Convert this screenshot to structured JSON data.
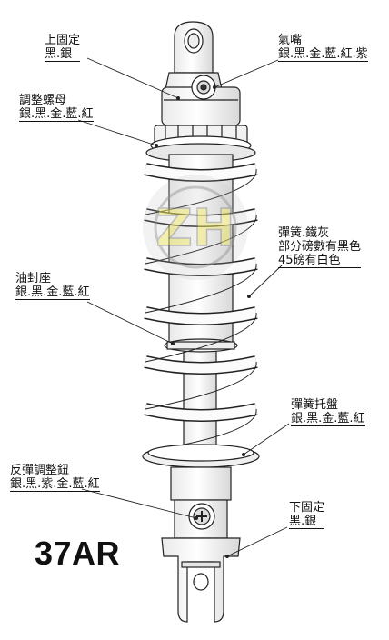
{
  "callouts": {
    "top_mount": {
      "name": "上固定",
      "options": "黑.銀"
    },
    "air_valve": {
      "name": "氣嘴",
      "options": "銀.黑.金.藍.紅.紫"
    },
    "adjust_nut": {
      "name": "調整螺母",
      "options": "銀.黑.金.藍.紅"
    },
    "spring": {
      "name": "彈簧.鐵灰",
      "line2": "部分磅數有黑色",
      "line3": "45磅有白色"
    },
    "oil_seal_seat": {
      "name": "油封座",
      "options": "銀.黑.金.藍.紅"
    },
    "spring_plate": {
      "name": "彈簧托盤",
      "options": "銀.黑.金.藍.紅"
    },
    "rebound_knob": {
      "name": "反彈調整鈕",
      "options": "銀.黑.紫.金.藍.紅"
    },
    "bottom_mount": {
      "name": "下固定",
      "options": "黑.銀"
    }
  },
  "model": "37AR",
  "watermark": {
    "letters": "ZH",
    "ring_text": "Zero To Hero · ENGINE OIL SHOP"
  }
}
